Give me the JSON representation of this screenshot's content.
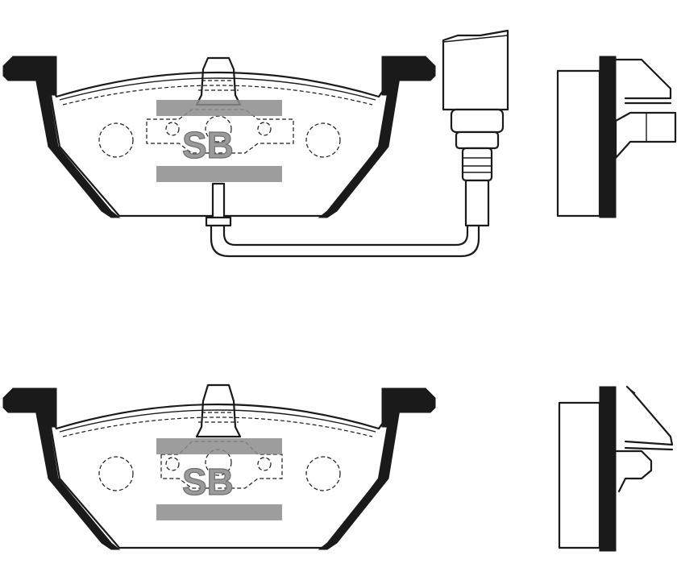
{
  "watermark": {
    "text": "SB",
    "color": "#8c8c8c"
  },
  "views": [
    {
      "id": "pad-front-with-sensor",
      "description_visible": false
    },
    {
      "id": "pad-side-with-sensor-plug"
    },
    {
      "id": "pad-front-plain"
    },
    {
      "id": "pad-side-with-clip"
    }
  ],
  "colors": {
    "outline": "#1a1a1a",
    "background": "#ffffff",
    "watermark_gray": "#8c8c8c"
  }
}
